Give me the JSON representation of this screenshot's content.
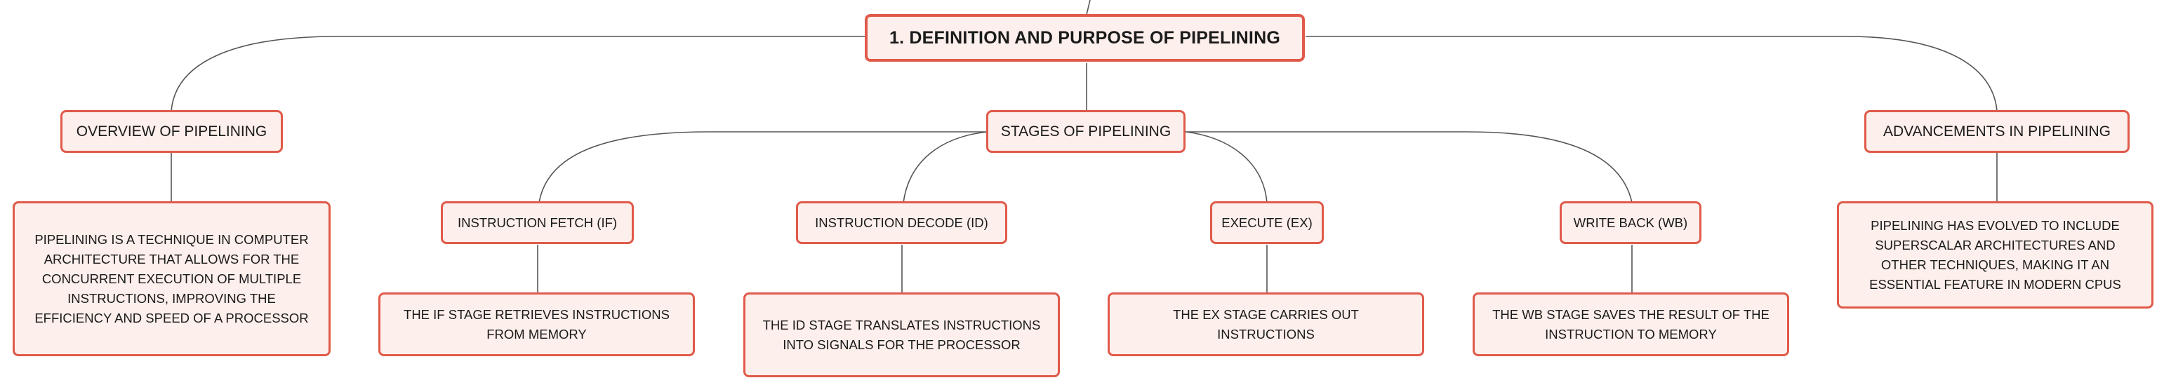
{
  "root": {
    "label": "1. DEFINITION AND PURPOSE OF PIPELINING"
  },
  "overview": {
    "label": "OVERVIEW OF PIPELINING",
    "description": "PIPELINING IS A TECHNIQUE IN COMPUTER ARCHITECTURE THAT ALLOWS FOR THE CONCURRENT EXECUTION OF MULTIPLE INSTRUCTIONS, IMPROVING THE EFFICIENCY AND SPEED OF A PROCESSOR"
  },
  "stages": {
    "label": "STAGES OF PIPELINING",
    "items": [
      {
        "label": "INSTRUCTION FETCH (IF)",
        "description": "THE IF STAGE RETRIEVES INSTRUCTIONS FROM MEMORY"
      },
      {
        "label": "INSTRUCTION DECODE (ID)",
        "description": "THE ID STAGE TRANSLATES INSTRUCTIONS INTO SIGNALS FOR THE PROCESSOR"
      },
      {
        "label": "EXECUTE (EX)",
        "description": "THE EX STAGE CARRIES OUT INSTRUCTIONS"
      },
      {
        "label": "WRITE BACK (WB)",
        "description": "THE WB STAGE SAVES THE RESULT OF THE INSTRUCTION TO MEMORY"
      }
    ]
  },
  "advancements": {
    "label": "ADVANCEMENTS IN PIPELINING",
    "description": "PIPELINING HAS EVOLVED TO INCLUDE SUPERSCALAR ARCHITECTURES AND OTHER TECHNIQUES, MAKING IT AN ESSENTIAL FEATURE IN MODERN CPUS"
  },
  "colors": {
    "border": "#e05a4a",
    "fill": "#fdefeb",
    "line": "#555555"
  }
}
